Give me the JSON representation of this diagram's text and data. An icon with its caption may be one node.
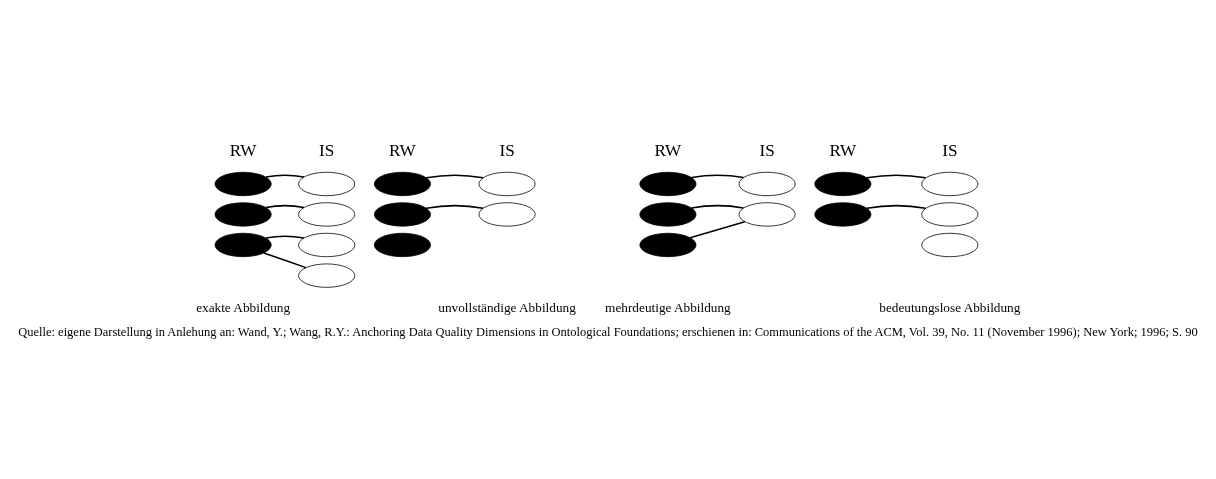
{
  "diagram": {
    "caption": "Quelle: eigene Darstellung in Anlehung an: Wand, Y.; Wang, R.Y.: Anchoring Data Quality Dimensions in Ontological Foundations; erschienen in: Communications of the ACM, Vol. 39, No. 11 (November 1996); New York; 1996; S. 90",
    "nodes": [
      {
        "text": [],
        "shape": "ellipse"
      },
      {
        "text": [],
        "shape": "ellipse"
      },
      {
        "text": [],
        "shape": "ellipse"
      },
      {
        "text": [],
        "shape": "ellipse"
      },
      {
        "text": [],
        "shape": "ellipse"
      },
      {
        "text": [],
        "shape": "ellipse"
      },
      {
        "text": [],
        "shape": "ellipse"
      },
      {
        "text": [],
        "shape": "ellipse"
      },
      {
        "text": [],
        "shape": "ellipse"
      },
      {
        "text": [],
        "shape": "ellipse"
      },
      {
        "text": [],
        "shape": "ellipse"
      },
      {
        "text": [],
        "shape": "ellipse"
      },
      {
        "text": [],
        "shape": "ellipse"
      },
      {
        "text": [],
        "shape": "ellipse"
      },
      {
        "text": [],
        "shape": "ellipse"
      },
      {
        "text": [],
        "shape": "ellipse"
      },
      {
        "text": [],
        "shape": "ellipse"
      },
      {
        "text": [],
        "shape": "ellipse"
      },
      {
        "text": [],
        "shape": "ellipse"
      },
      {
        "text": [],
        "shape": "ellipse"
      },
      {
        "text": [],
        "shape": "ellipse"
      },
      {
        "text": [],
        "shape": "ellipse"
      }
    ],
    "edges": [
      {
        "from": 0,
        "to": 3,
        "arrow": "none"
      },
      {
        "from": 1,
        "to": 4,
        "arrow": "none"
      },
      {
        "from": 2,
        "to": 5,
        "arrow": "none"
      },
      {
        "from": 2,
        "to": 6,
        "arrow": "none"
      },
      {
        "from": 7,
        "to": 10,
        "arrow": "none"
      },
      {
        "from": 8,
        "to": 11,
        "arrow": "none"
      },
      {
        "from": 12,
        "to": 15,
        "arrow": "none"
      },
      {
        "from": 13,
        "to": 16,
        "arrow": "none"
      },
      {
        "from": 14,
        "to": 16,
        "arrow": "none"
      },
      {
        "from": 17,
        "to": 19,
        "arrow": "none"
      },
      {
        "from": 18,
        "to": 20,
        "arrow": "none"
      }
    ],
    "labels": [
      "RW",
      "IS",
      "RW",
      "IS",
      "RW",
      "IS",
      "RW",
      "IS",
      "exakte Abbildung",
      "unvollständige Abbildung",
      "mehrdeutige Abbildung",
      "bedeutungslose Abbildung"
    ]
  }
}
